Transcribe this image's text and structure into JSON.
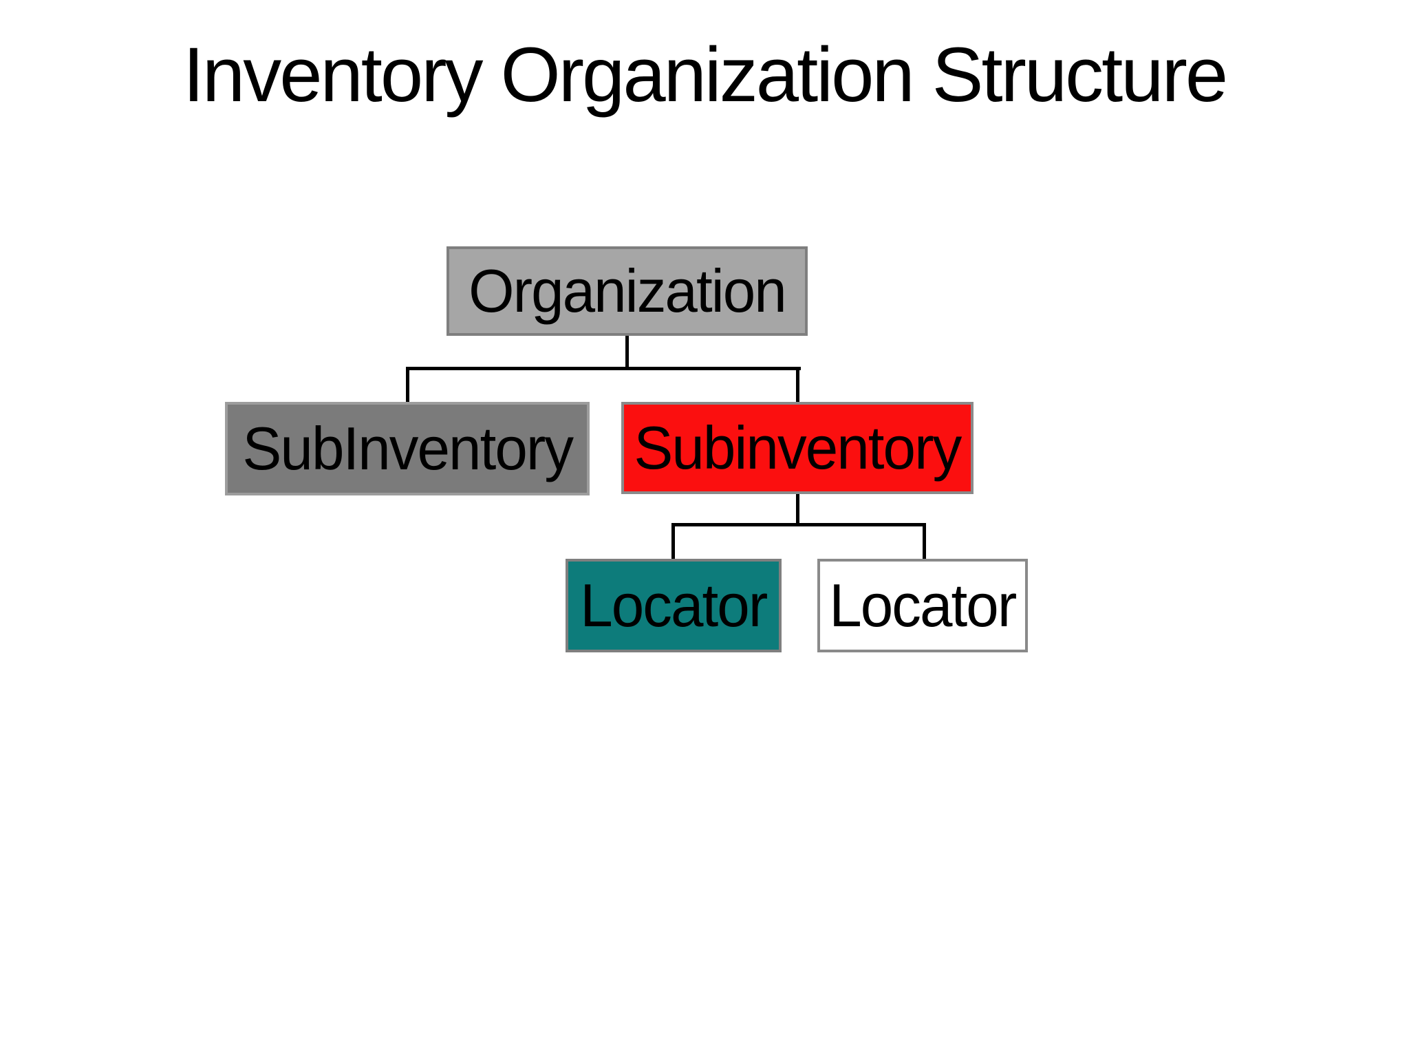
{
  "title": "Inventory Organization Structure",
  "diagram": {
    "background_color": "#ffffff",
    "connector_color": "#000000",
    "nodes": {
      "organization": {
        "label": "Organization",
        "fill": "#a6a6a6",
        "border": "#7f7f7f",
        "text_color": "#000000"
      },
      "subinventory_left": {
        "label": "SubInventory",
        "fill": "#7b7b7b",
        "border": "#9d9d9d",
        "text_color": "#000000"
      },
      "subinventory_right": {
        "label": "Subinventory",
        "fill": "#fb0f0f",
        "border": "#8a8a8a",
        "text_color": "#000000"
      },
      "locator_teal": {
        "label": "Locator",
        "fill": "#0d7c7b",
        "border": "#7f7f7f",
        "text_color": "#000000"
      },
      "locator_white": {
        "label": "Locator",
        "fill": "#ffffff",
        "border": "#8a8a8a",
        "text_color": "#000000"
      }
    },
    "edges": [
      {
        "from": "organization",
        "to": "subinventory_left"
      },
      {
        "from": "organization",
        "to": "subinventory_right"
      },
      {
        "from": "subinventory_right",
        "to": "locator_teal"
      },
      {
        "from": "subinventory_right",
        "to": "locator_white"
      }
    ]
  }
}
